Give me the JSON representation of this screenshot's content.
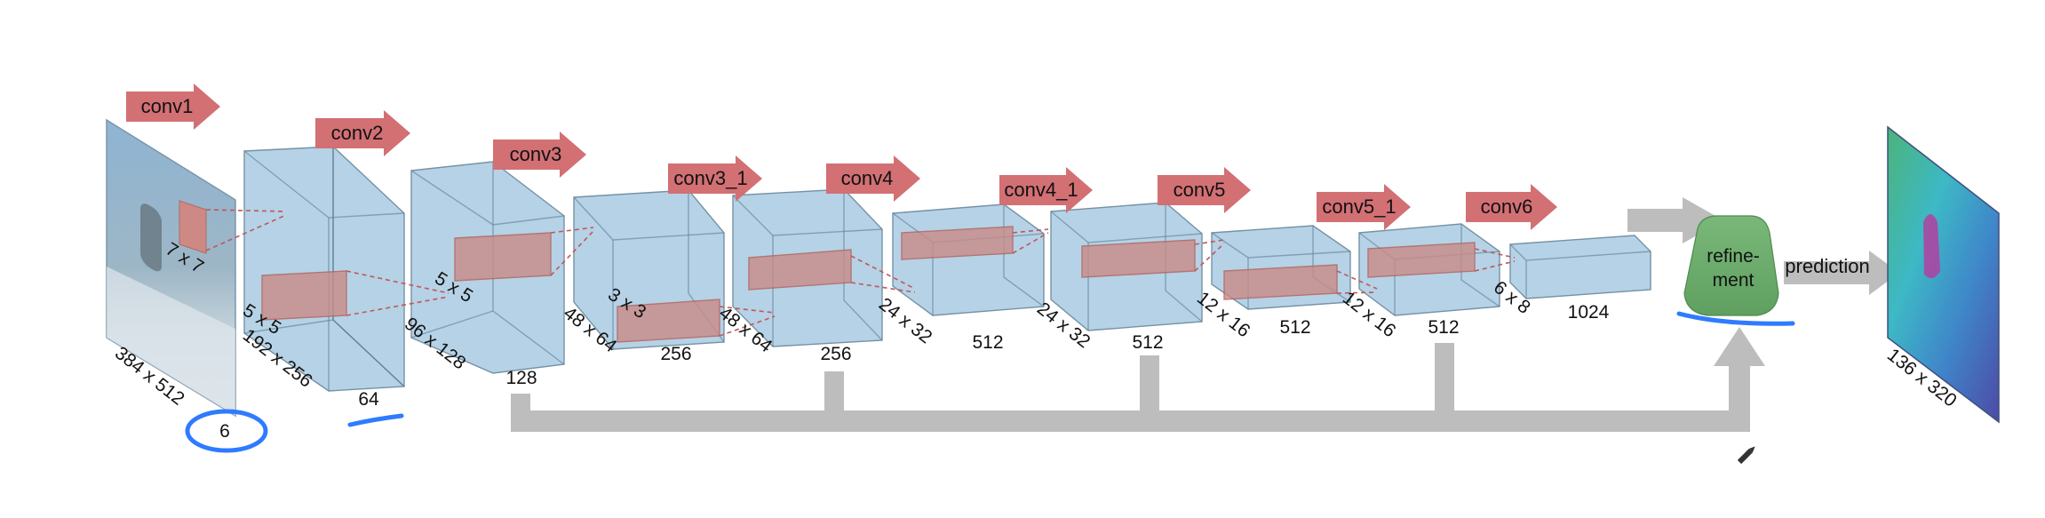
{
  "diagram": {
    "layers": [
      {
        "id": "conv1",
        "label": "conv1",
        "kernel": "7 x 7",
        "spatial": "384 x 512",
        "channels": "6"
      },
      {
        "id": "conv2",
        "label": "conv2",
        "kernel": "5 x 5",
        "spatial": "192 x 256",
        "channels": "64"
      },
      {
        "id": "conv3",
        "label": "conv3",
        "kernel": "5 x 5",
        "spatial": "96 x 128",
        "channels": "128"
      },
      {
        "id": "conv3_1",
        "label": "conv3_1",
        "kernel": "3 x 3",
        "spatial": "48 x 64",
        "channels": "256"
      },
      {
        "id": "conv4",
        "label": "conv4",
        "spatial": "48 x 64",
        "channels": "256"
      },
      {
        "id": "conv4_1",
        "label": "conv4_1",
        "spatial": "24 x 32",
        "channels": "512"
      },
      {
        "id": "conv5",
        "label": "conv5",
        "spatial": "24 x 32",
        "channels": "512"
      },
      {
        "id": "conv5_1",
        "label": "conv5_1",
        "spatial": "12 x 16",
        "channels": "512"
      },
      {
        "id": "conv6",
        "label": "conv6",
        "spatial": "12 x 16",
        "channels": "512"
      },
      {
        "id": "out",
        "spatial": "6 x 8",
        "channels": "1024"
      }
    ],
    "refinement_label_1": "refine-",
    "refinement_label_2": "ment",
    "prediction_label": "prediction",
    "output_size": "136 x 320"
  },
  "colors": {
    "box_fill": "#a9cbe2",
    "box_stroke": "#5f7f96",
    "arrow": "#d27074",
    "gray_connector": "#b9b9b9",
    "refinement": "#6aab6c",
    "annotation": "#2f7bff"
  }
}
